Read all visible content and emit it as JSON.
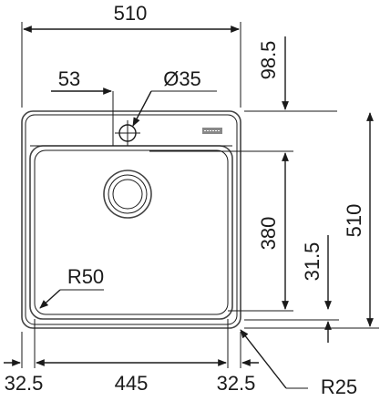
{
  "dimensions": {
    "overall_width": "510",
    "tap_offset": "53",
    "tap_hole": "Ø35",
    "top_margin": "98.5",
    "bowl_depth": "380",
    "bottom_margin": "31.5",
    "overall_depth": "510",
    "side_left": "32.5",
    "bowl_width": "445",
    "side_right": "32.5",
    "bowl_radius": "R50",
    "outer_radius": "R25"
  },
  "colors": {
    "line": "#1a1a1a",
    "sink_outline": "#444444",
    "background": "#ffffff"
  }
}
